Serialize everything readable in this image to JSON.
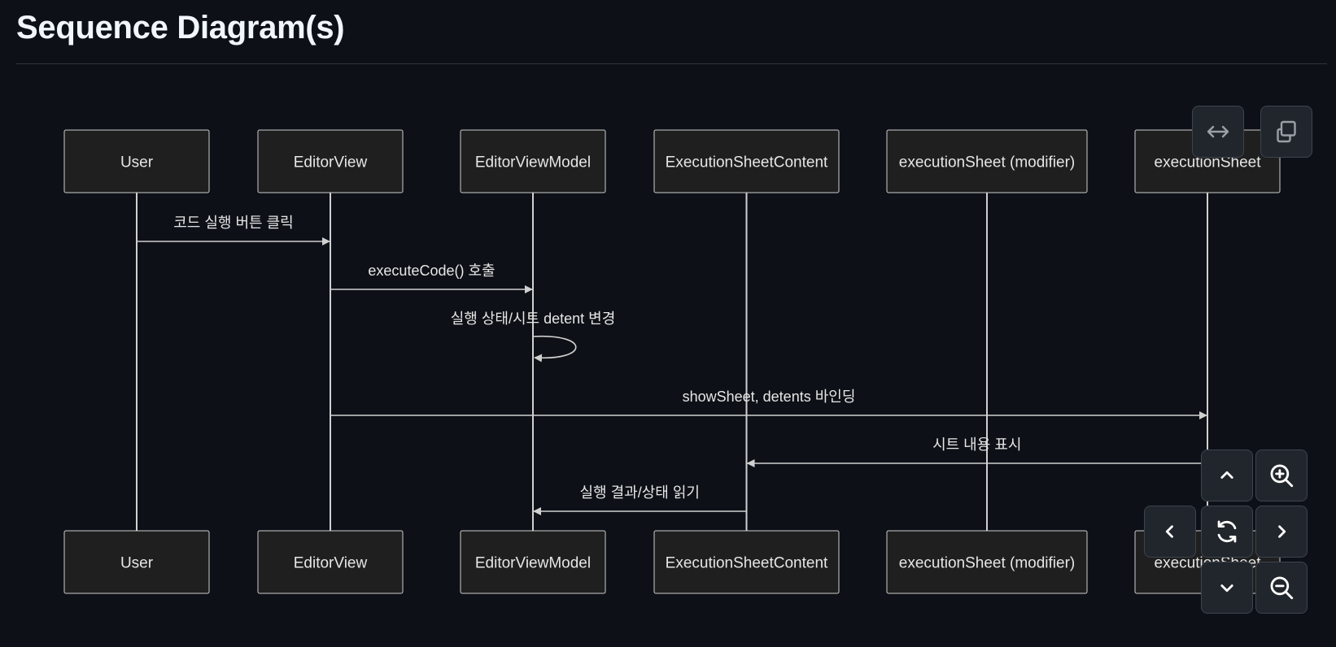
{
  "page": {
    "title": "Sequence Diagram(s)"
  },
  "diagram": {
    "participants": [
      {
        "id": "user",
        "label": "User"
      },
      {
        "id": "editorview",
        "label": "EditorView"
      },
      {
        "id": "editorviewmodel",
        "label": "EditorViewModel"
      },
      {
        "id": "executionsheetcontent",
        "label": "ExecutionSheetContent"
      },
      {
        "id": "executionsheet-modifier",
        "label": "executionSheet (modifier)"
      },
      {
        "id": "executionsheet",
        "label": "executionSheet"
      }
    ],
    "messages": [
      {
        "from": 0,
        "to": 1,
        "label": "코드 실행 버튼 클릭"
      },
      {
        "from": 1,
        "to": 2,
        "label": "executeCode() 호출"
      },
      {
        "from": 2,
        "to": 2,
        "label": "실행 상태/시트 detent 변경"
      },
      {
        "from": 1,
        "to": 5,
        "label": "showSheet, detents 바인딩"
      },
      {
        "from": 5,
        "to": 3,
        "label": "시트 내용 표시"
      },
      {
        "from": 3,
        "to": 2,
        "label": "실행 결과/상태 읽기"
      }
    ],
    "colors": {
      "background": "#0d1117",
      "box_fill": "#1f1f1f",
      "box_stroke": "#cccccc",
      "line": "#d0d0d0",
      "text": "#e6e6e6"
    }
  },
  "controls": {
    "icons": {
      "fit_width": "arrows-horizontal-icon",
      "copy": "copy-icon",
      "pan_up": "chevron-up-icon",
      "pan_left": "chevron-left-icon",
      "pan_right": "chevron-right-icon",
      "pan_down": "chevron-down-icon",
      "reset": "refresh-icon",
      "zoom_in": "zoom-in-icon",
      "zoom_out": "zoom-out-icon"
    }
  }
}
